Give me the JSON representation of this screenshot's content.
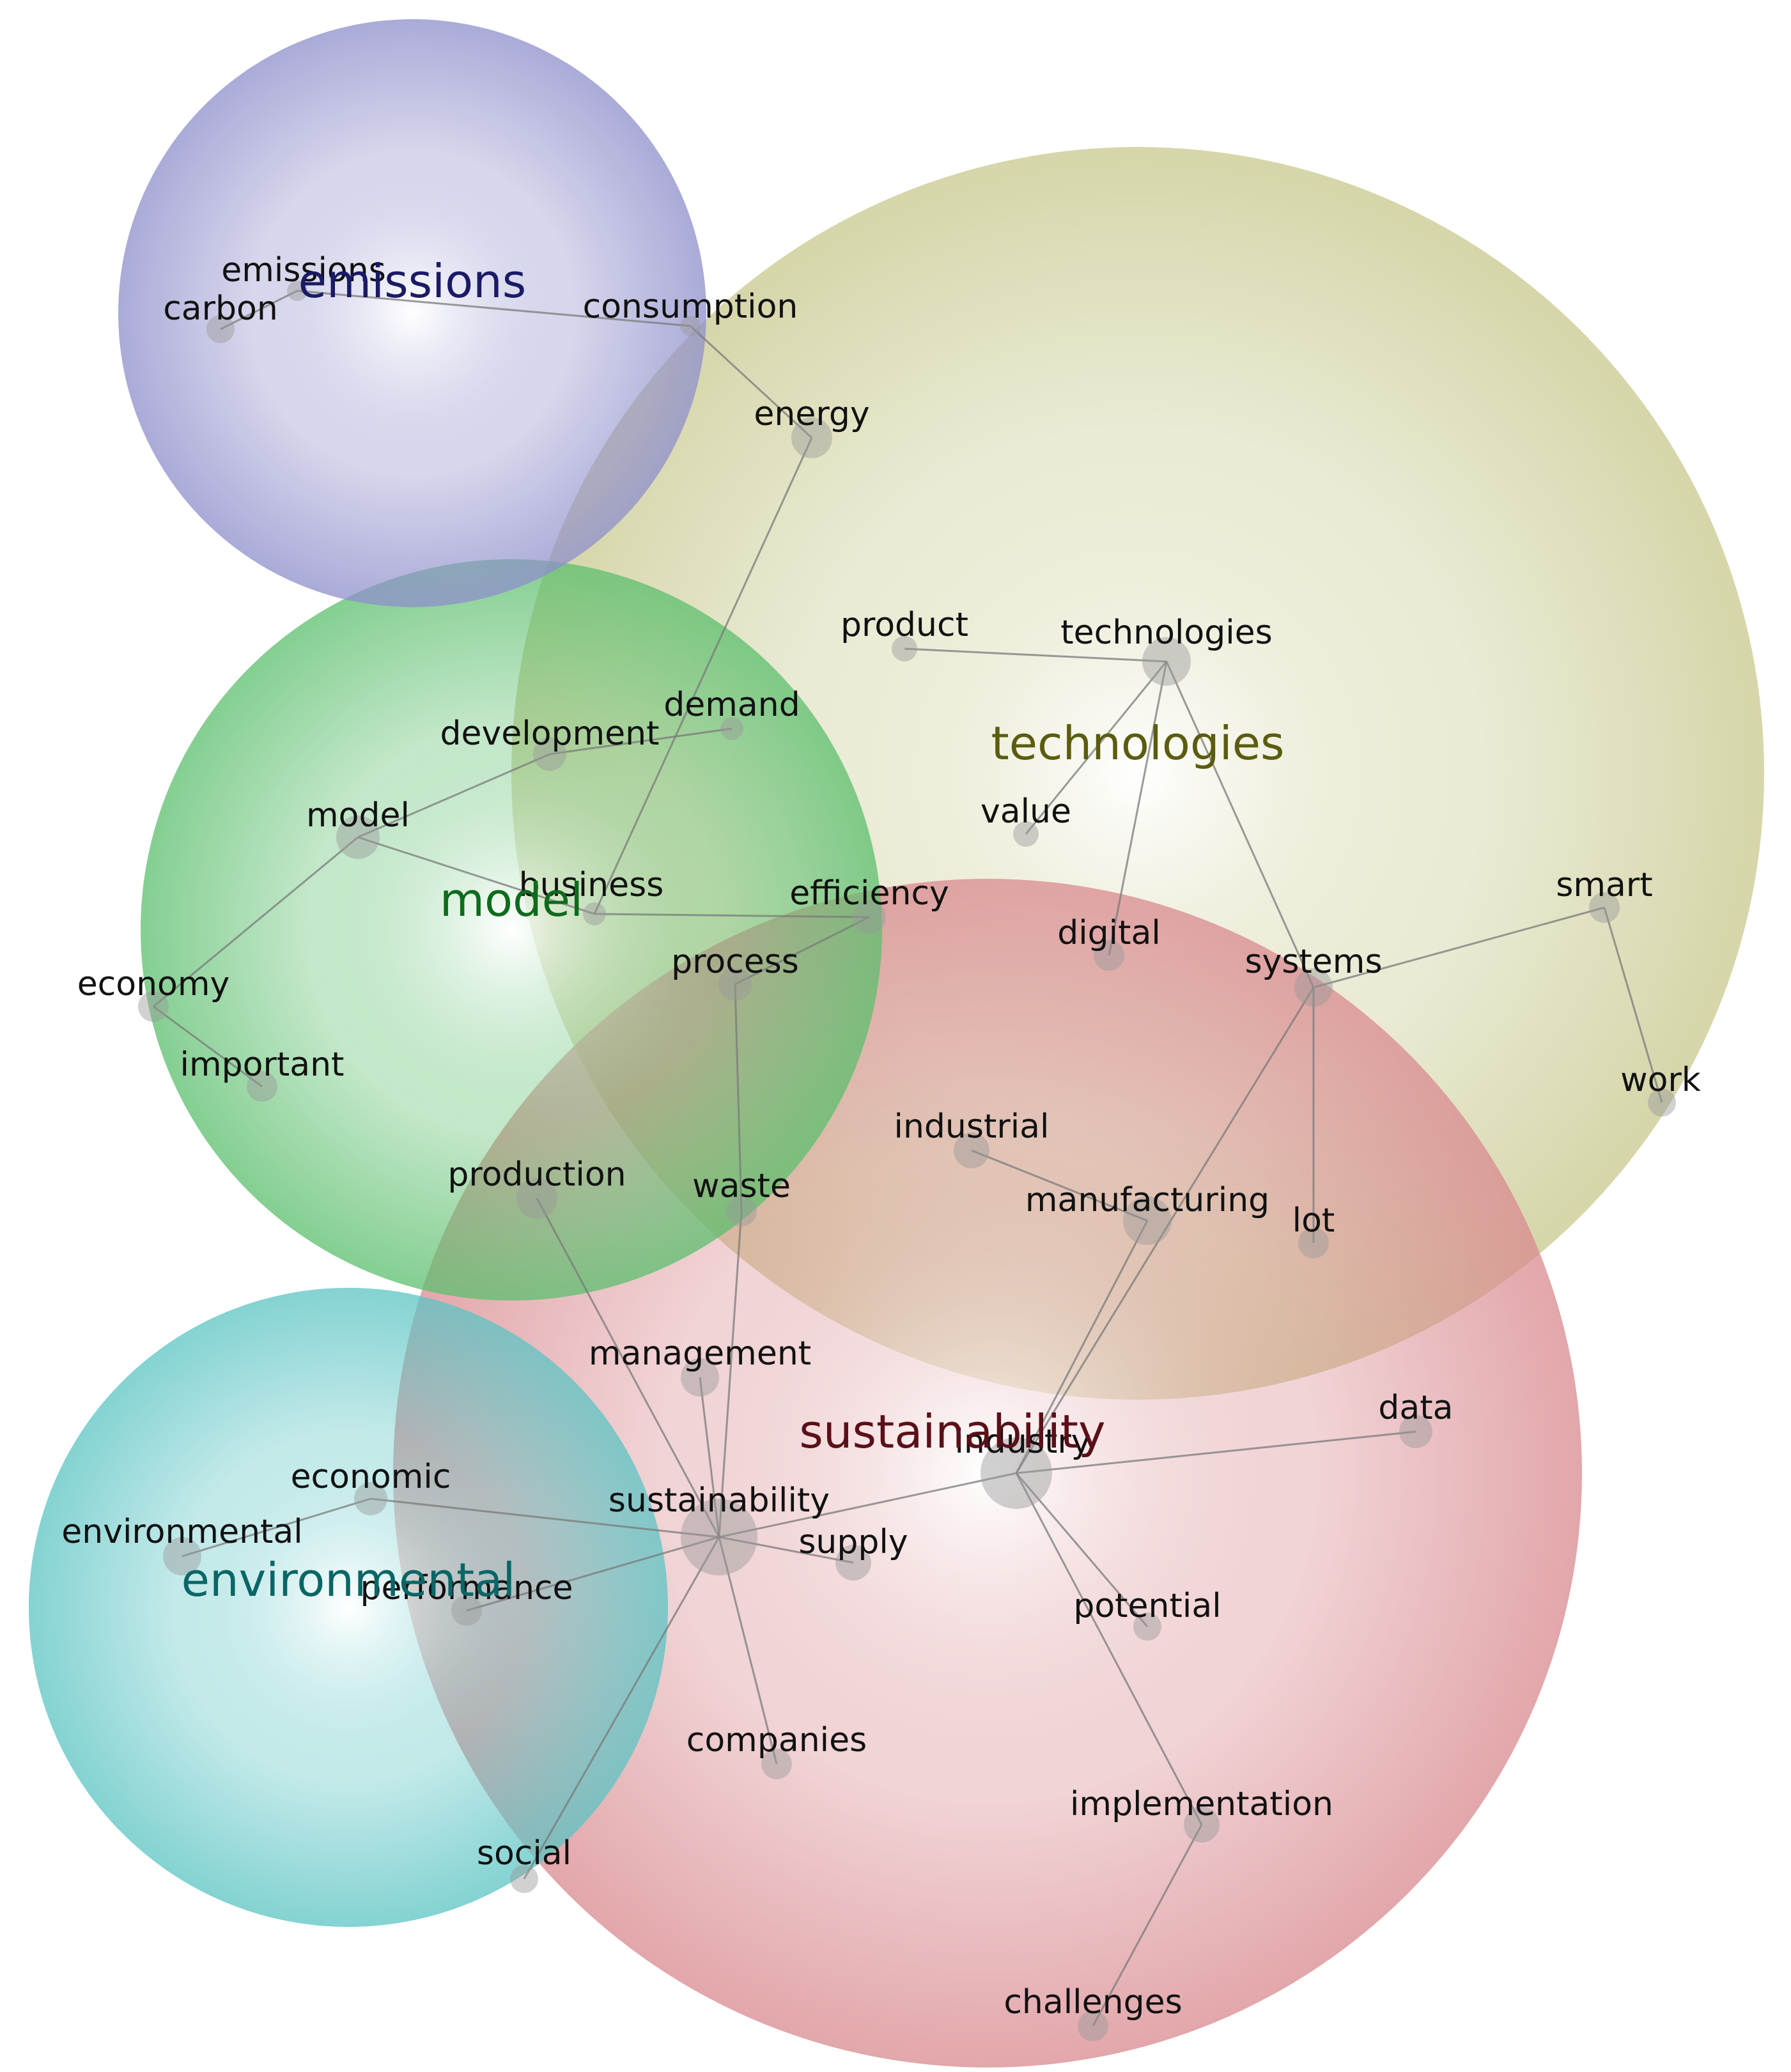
{
  "clusters": [
    {
      "id": "emissions",
      "label": "emissions",
      "color": "#8f8fcc",
      "label_color": "#1a1a66"
    },
    {
      "id": "technologies",
      "label": "technologies",
      "color": "#c8c88e",
      "label_color": "#5c5c10"
    },
    {
      "id": "model",
      "label": "model",
      "color": "#5cbf6e",
      "label_color": "#0e6b1c"
    },
    {
      "id": "environmental",
      "label": "environmental",
      "color": "#5cc4c4",
      "label_color": "#0a6666"
    },
    {
      "id": "sustainability",
      "label": "sustainability",
      "color": "#d98a8f",
      "label_color": "#5a1018"
    }
  ],
  "nodes": [
    {
      "id": "emissions",
      "label": "emissions"
    },
    {
      "id": "carbon",
      "label": "carbon"
    },
    {
      "id": "consumption",
      "label": "consumption"
    },
    {
      "id": "energy",
      "label": "energy"
    },
    {
      "id": "product",
      "label": "product"
    },
    {
      "id": "technologies",
      "label": "technologies"
    },
    {
      "id": "demand",
      "label": "demand"
    },
    {
      "id": "development",
      "label": "development"
    },
    {
      "id": "model",
      "label": "model"
    },
    {
      "id": "value",
      "label": "value"
    },
    {
      "id": "business",
      "label": "business"
    },
    {
      "id": "efficiency",
      "label": "efficiency"
    },
    {
      "id": "smart",
      "label": "smart"
    },
    {
      "id": "digital",
      "label": "digital"
    },
    {
      "id": "systems",
      "label": "systems"
    },
    {
      "id": "process",
      "label": "process"
    },
    {
      "id": "economy",
      "label": "economy"
    },
    {
      "id": "important",
      "label": "important"
    },
    {
      "id": "work",
      "label": "work"
    },
    {
      "id": "industrial",
      "label": "industrial"
    },
    {
      "id": "production",
      "label": "production"
    },
    {
      "id": "waste",
      "label": "waste"
    },
    {
      "id": "manufacturing",
      "label": "manufacturing"
    },
    {
      "id": "lot",
      "label": "lot"
    },
    {
      "id": "management",
      "label": "management"
    },
    {
      "id": "data",
      "label": "data"
    },
    {
      "id": "industry",
      "label": "industry"
    },
    {
      "id": "economic",
      "label": "economic"
    },
    {
      "id": "sustainability",
      "label": "sustainability"
    },
    {
      "id": "environmental",
      "label": "environmental"
    },
    {
      "id": "supply",
      "label": "supply"
    },
    {
      "id": "performance",
      "label": "performance"
    },
    {
      "id": "potential",
      "label": "potential"
    },
    {
      "id": "companies",
      "label": "companies"
    },
    {
      "id": "implementation",
      "label": "implementation"
    },
    {
      "id": "social",
      "label": "social"
    },
    {
      "id": "challenges",
      "label": "challenges"
    }
  ],
  "edges": [
    [
      "emissions",
      "carbon"
    ],
    [
      "emissions",
      "consumption"
    ],
    [
      "consumption",
      "energy"
    ],
    [
      "energy",
      "business"
    ],
    [
      "product",
      "technologies"
    ],
    [
      "technologies",
      "value"
    ],
    [
      "technologies",
      "digital"
    ],
    [
      "technologies",
      "systems"
    ],
    [
      "development",
      "demand"
    ],
    [
      "development",
      "model"
    ],
    [
      "model",
      "business"
    ],
    [
      "model",
      "economy"
    ],
    [
      "economy",
      "important"
    ],
    [
      "business",
      "efficiency"
    ],
    [
      "efficiency",
      "process"
    ],
    [
      "process",
      "waste"
    ],
    [
      "systems",
      "smart"
    ],
    [
      "smart",
      "work"
    ],
    [
      "systems",
      "lot"
    ],
    [
      "systems",
      "industry"
    ],
    [
      "industrial",
      "manufacturing"
    ],
    [
      "manufacturing",
      "industry"
    ],
    [
      "production",
      "sustainability"
    ],
    [
      "waste",
      "sustainability"
    ],
    [
      "management",
      "sustainability"
    ],
    [
      "industry",
      "sustainability"
    ],
    [
      "industry",
      "data"
    ],
    [
      "industry",
      "potential"
    ],
    [
      "industry",
      "implementation"
    ],
    [
      "implementation",
      "challenges"
    ],
    [
      "economic",
      "environmental"
    ],
    [
      "economic",
      "sustainability"
    ],
    [
      "sustainability",
      "supply"
    ],
    [
      "sustainability",
      "performance"
    ],
    [
      "sustainability",
      "companies"
    ],
    [
      "sustainability",
      "social"
    ]
  ]
}
